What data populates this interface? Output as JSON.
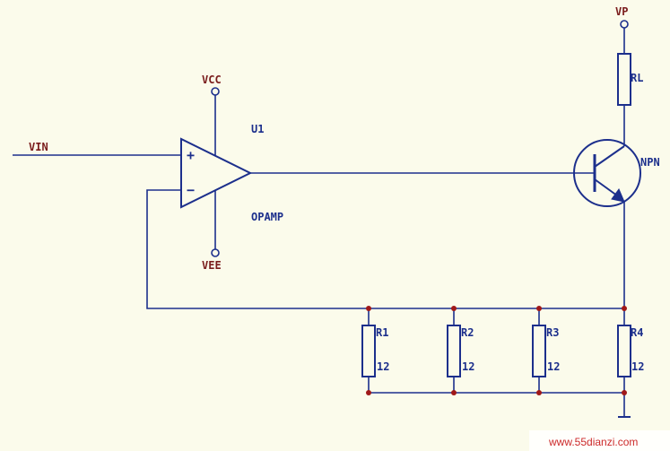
{
  "labels": {
    "vin": "VIN",
    "vcc": "VCC",
    "vee": "VEE",
    "vp": "VP",
    "u1": "U1",
    "opamp": "OPAMP",
    "npn": "NPN",
    "rl": "RL",
    "r1": "R1",
    "r2": "R2",
    "r3": "R3",
    "r4": "R4",
    "r1_value": "12",
    "r2_value": "12",
    "r3_value": "12",
    "r4_value": "12",
    "plus": "+",
    "minus": "−"
  },
  "watermark": "www.55dianzi.com",
  "colors": {
    "background": "#fbfbeb",
    "wire": "#1c2f8c",
    "net_label": "#7a1c1c",
    "junction": "#a01818"
  }
}
